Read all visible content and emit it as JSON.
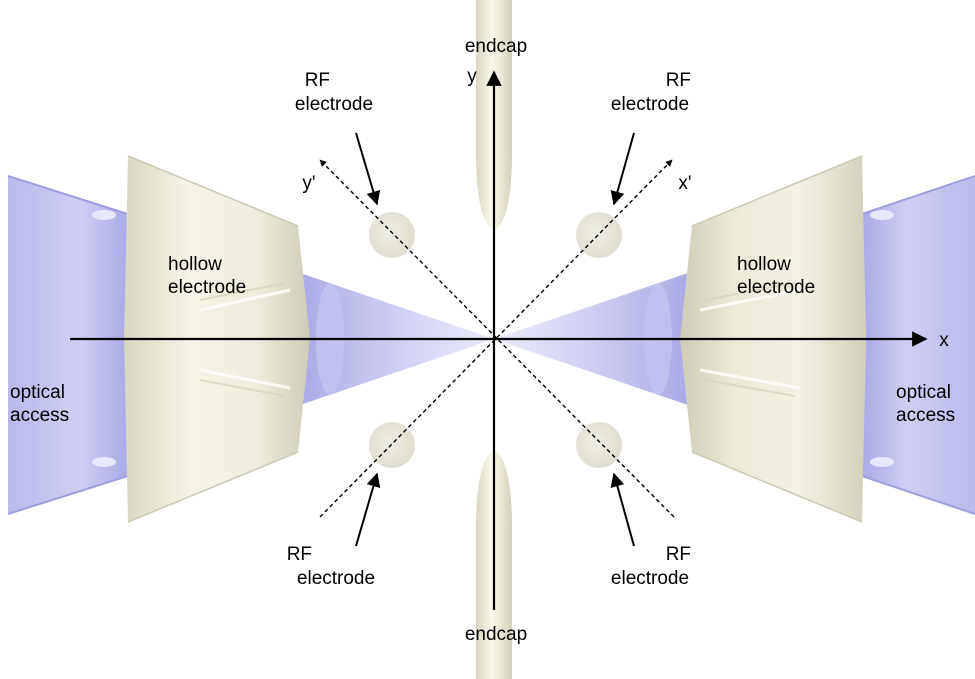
{
  "labels": {
    "endcap_top": "endcap",
    "endcap_bottom": "endcap",
    "axis_x": "x",
    "axis_y": "y",
    "axis_x_prime": "x'",
    "axis_y_prime": "y'",
    "rf_top_left": [
      "RF",
      "electrode"
    ],
    "rf_top_right": [
      "RF",
      "electrode"
    ],
    "rf_bottom_left": [
      "RF",
      "electrode"
    ],
    "rf_bottom_right": [
      "RF",
      "electrode"
    ],
    "hollow_left": [
      "hollow",
      "electrode"
    ],
    "hollow_right": [
      "hollow",
      "electrode"
    ],
    "optical_left": [
      "optical",
      "access"
    ],
    "optical_right": [
      "optical",
      "access"
    ]
  },
  "colors": {
    "electrode_body": "#ecebdc",
    "electrode_shade": "#d6d3c0",
    "optical_glass": "#c4c4ef",
    "cone_glow": "#aaaaee",
    "axis": "#000000"
  }
}
